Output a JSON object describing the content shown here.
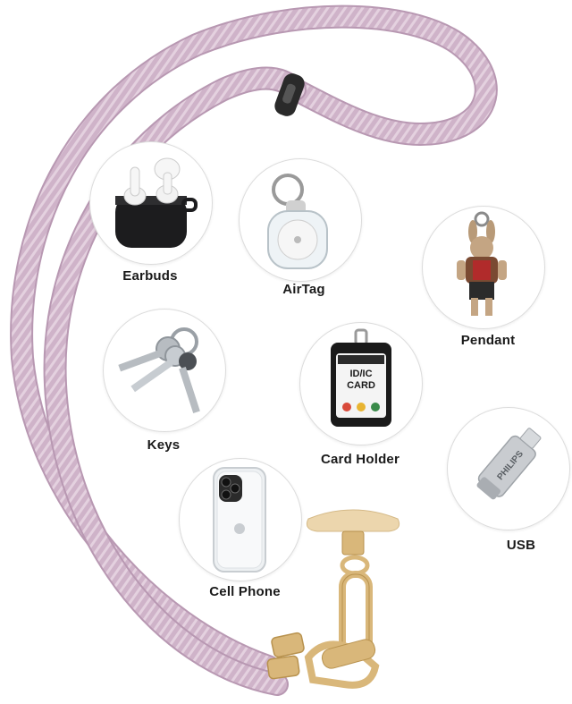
{
  "labels": {
    "earbuds": "Earbuds",
    "airtag": "AirTag",
    "pendant": "Pendant",
    "keys": "Keys",
    "card_holder": "Card Holder",
    "usb": "USB",
    "cell_phone": "Cell Phone"
  },
  "card_text": {
    "line1": "ID/IC",
    "line2": "CARD"
  },
  "usb_brand": "PHILIPS",
  "colors": {
    "strap": "#cfb3c9",
    "strap_dark": "#b898b2",
    "strap_light": "#e6d3e1",
    "gold": "#d9b77a",
    "gold_dark": "#b8924e",
    "patch": "#ecd6ad",
    "case_black": "#1c1c1e"
  },
  "icons": [
    "earbuds-icon",
    "airtag-icon",
    "pendant-icon",
    "keys-icon",
    "card-holder-icon",
    "usb-drive-icon",
    "cell-phone-icon",
    "lanyard-strap-icon",
    "tether-hook-icon"
  ]
}
